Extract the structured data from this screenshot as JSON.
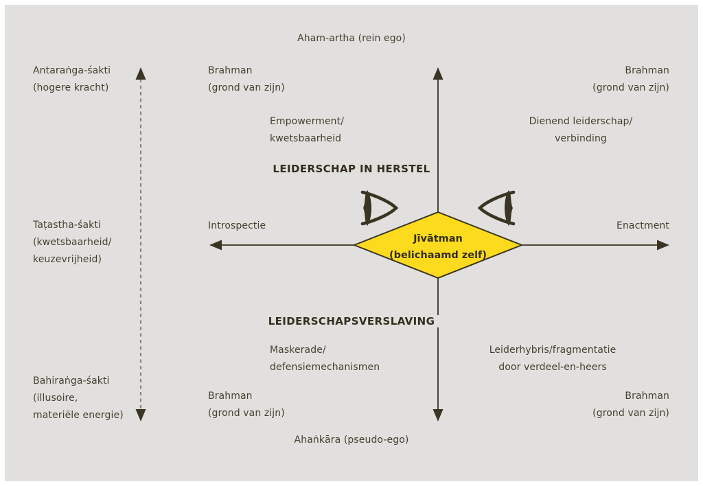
{
  "diagram": {
    "top_pole": "Aham-artha (rein ego)",
    "bottom_pole": "Ahaṅkāra (pseudo-ego)",
    "left_pole": "Introspectie",
    "right_pole": "Enactment",
    "upper_heading": "LEIDERSCHAP IN HERSTEL",
    "lower_heading": "LEIDERSCHAPSVERSLAVING",
    "center_diamond": {
      "line1": "Jīvātman",
      "line2": "(belichaamd zelf)"
    },
    "left_scale": [
      {
        "line1": "Antaraṅga-śakti",
        "line2": "(hogere kracht)"
      },
      {
        "line1": "Taṭastha-śakti",
        "line2": "(kwetsbaarheid/",
        "line3": "keuzevrijheid)"
      },
      {
        "line1": "Bahiraṅga-śakti",
        "line2": "(illusoire,",
        "line3": "materiële energie)"
      }
    ],
    "corners": {
      "top_left": {
        "line1": "Brahman",
        "line2": "(grond van zijn)"
      },
      "top_right": {
        "line1": "Brahman",
        "line2": "(grond van zijn)"
      },
      "bottom_left": {
        "line1": "Brahman",
        "line2": "(grond van zijn)"
      },
      "bottom_right": {
        "line1": "Brahman",
        "line2": "(grond van zijn)"
      }
    },
    "quadrant_labels": {
      "top_left": {
        "line1": "Empowerment/",
        "line2": "kwetsbaarheid"
      },
      "top_right": {
        "line1": "Dienend leiderschap/",
        "line2": "verbinding"
      },
      "bottom_left": {
        "line1": "Maskerade/",
        "line2": "defensiemechanismen"
      },
      "bottom_right": {
        "line1": "Leiderhybris/fragmentatie",
        "line2": "door verdeel-en-heers"
      }
    },
    "icons": {
      "left_eye": "eye-icon",
      "right_eye": "eye-icon"
    }
  },
  "colors": {
    "background": "#e1e0de",
    "ink": "#3a3423",
    "text": "#45402f",
    "dashed_line": "#8b887c",
    "diamond_fill": "#fcdb1e"
  }
}
